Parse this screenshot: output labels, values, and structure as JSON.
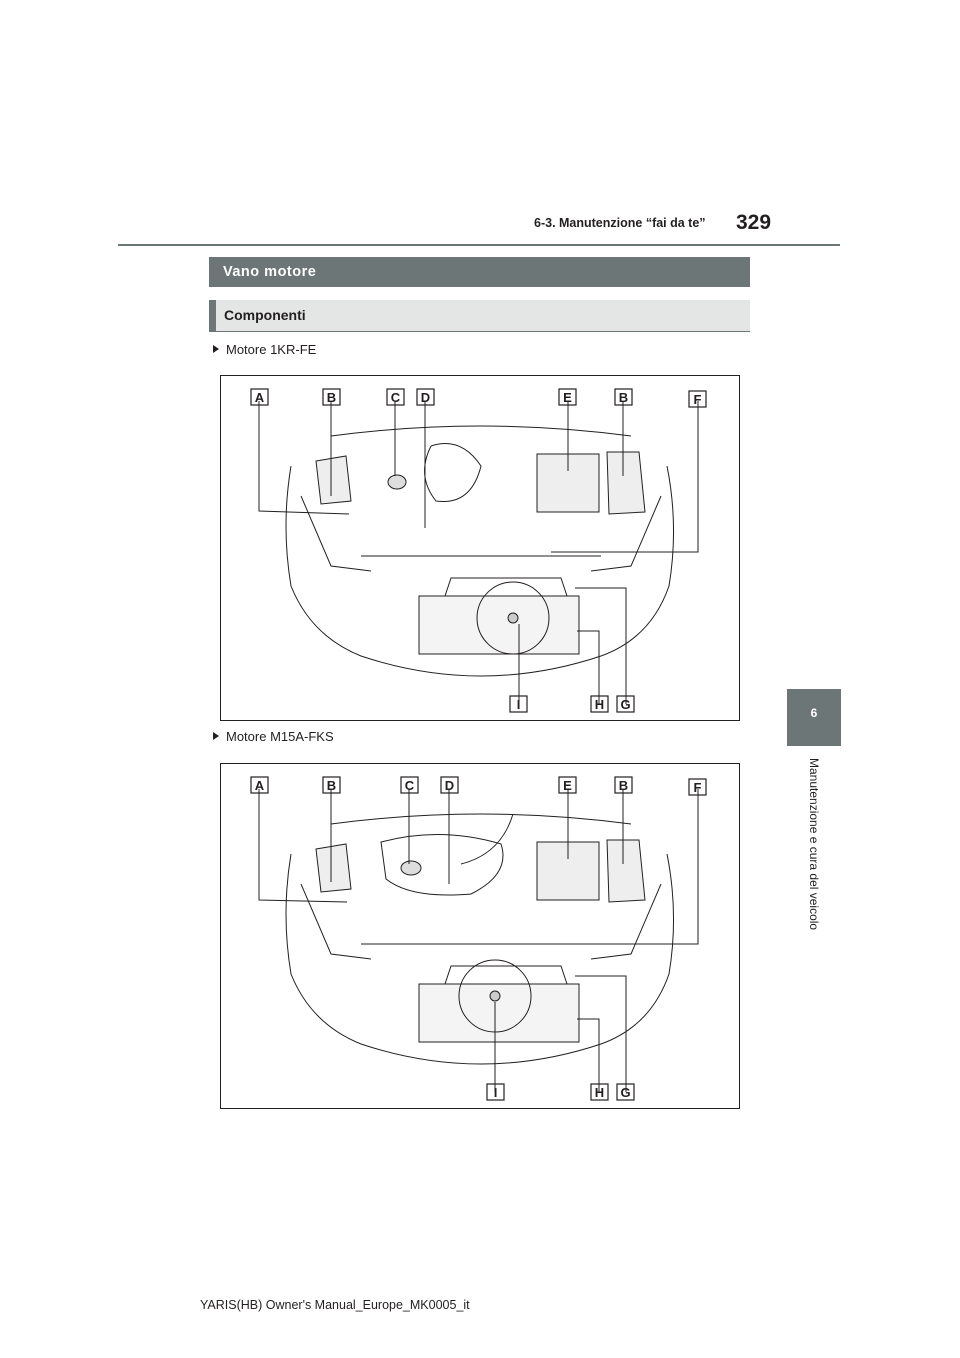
{
  "header": {
    "page_number": "329",
    "section": "6-3. Manutenzione “fai da te”"
  },
  "side_tab": {
    "number": "6",
    "text": "Manutenzione e cura del veicolo"
  },
  "headings": {
    "main": "Vano motore",
    "sub": "Componenti"
  },
  "figures": [
    {
      "caption": "Motore 1KR-FE",
      "labels": [
        "A",
        "B",
        "C",
        "D",
        "E",
        "B",
        "F",
        "I",
        "H",
        "G"
      ]
    },
    {
      "caption": "Motore M15A-FKS",
      "labels": [
        "A",
        "B",
        "C",
        "D",
        "E",
        "B",
        "F",
        "I",
        "H",
        "G"
      ]
    }
  ],
  "footer": "YARIS(HB) Owner's Manual_Europe_MK0005_it"
}
